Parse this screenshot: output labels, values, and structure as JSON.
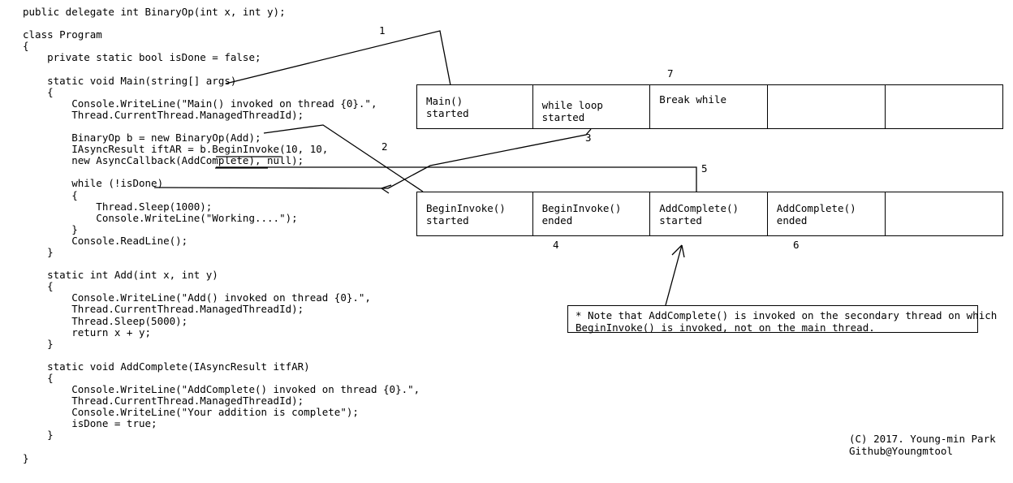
{
  "code": {
    "lines": [
      "public delegate int BinaryOp(int x, int y);",
      "",
      "class Program",
      "{",
      "    private static bool isDone = false;",
      "",
      "    static void Main(string[] args)",
      "    {",
      "        Console.WriteLine(\"Main() invoked on thread {0}.\",",
      "        Thread.CurrentThread.ManagedThreadId);",
      "",
      "        BinaryOp b = new BinaryOp(Add);",
      "        IAsyncResult iftAR = b.BeginInvoke(10, 10,",
      "        new AsyncCallback(AddComplete), null);",
      "",
      "        while (!isDone)",
      "        {",
      "            Thread.Sleep(1000);",
      "            Console.WriteLine(\"Working....\");",
      "        }",
      "        Console.ReadLine();",
      "    }",
      "",
      "    static int Add(int x, int y)",
      "    {",
      "        Console.WriteLine(\"Add() invoked on thread {0}.\",",
      "        Thread.CurrentThread.ManagedThreadId);",
      "        Thread.Sleep(5000);",
      "        return x + y;",
      "    }",
      "",
      "    static void AddComplete(IAsyncResult itfAR)",
      "    {",
      "        Console.WriteLine(\"AddComplete() invoked on thread {0}.\",",
      "        Thread.CurrentThread.ManagedThreadId);",
      "        Console.WriteLine(\"Your addition is complete\");",
      "        isDone = true;",
      "    }",
      "",
      "}"
    ]
  },
  "timeline": {
    "main_thread_row": [
      {
        "line1": "Main()",
        "line2": "started"
      },
      {
        "line1": "while loop",
        "line2": "started"
      },
      {
        "line1": "Break while",
        "line2": ""
      },
      {
        "line1": "",
        "line2": ""
      },
      {
        "line1": "",
        "line2": ""
      }
    ],
    "worker_thread_row": [
      {
        "line1": "BeginInvoke()",
        "line2": "started"
      },
      {
        "line1": "BeginInvoke()",
        "line2": "ended"
      },
      {
        "line1": "AddComplete()",
        "line2": "started"
      },
      {
        "line1": "AddComplete()",
        "line2": "ended"
      },
      {
        "line1": "",
        "line2": ""
      }
    ]
  },
  "step_labels": {
    "s1": "1",
    "s2": "2",
    "s3": "3",
    "s4": "4",
    "s5": "5",
    "s6": "6",
    "s7": "7"
  },
  "note": {
    "line1": "* Note that AddComplete() is invoked on the secondary thread on which",
    "line2": "BeginInvoke() is invoked, not on the main thread."
  },
  "credit": {
    "line1": "(C) 2017. Young-min Park",
    "line2": "Github@Youngmtool"
  },
  "colors": {
    "background": "#ffffff",
    "ink": "#000000"
  }
}
